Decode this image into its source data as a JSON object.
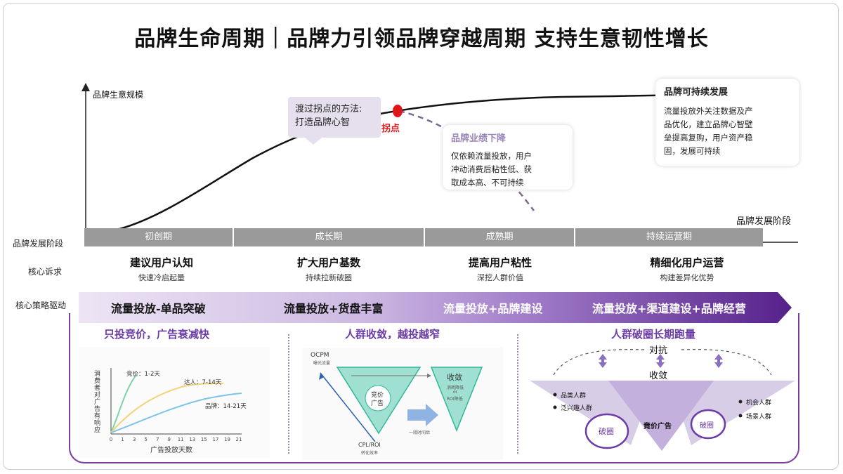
{
  "title": "品牌生命周期｜品牌力引领品牌穿越周期 支持生意韧性增长",
  "axis": {
    "y_label": "品牌生意规模",
    "x_label": "品牌发展阶段"
  },
  "inflection": {
    "label": "拐点",
    "method_line1": "渡过拐点的方法:",
    "method_line2": "打造品牌心智"
  },
  "callout_decline": {
    "title": "品牌业绩下降",
    "line1": "仅依赖流量投放，用户",
    "line2": "冲动消费后粘性低、获",
    "line3": "取成本高、不可持续"
  },
  "callout_sustain": {
    "title": "品牌可持续发展",
    "line1": "流量投放外关注数据及产",
    "line2": "品优化，建立品牌心智壁",
    "line3": "垒提高复购，用户资产稳",
    "line4": "固，发展可持续"
  },
  "row_labels": {
    "stage": "品牌发展阶段",
    "demand": "核心诉求",
    "strategy": "核心策略驱动"
  },
  "stages": [
    "初创期",
    "成长期",
    "成熟期",
    "持续运营期"
  ],
  "demands": [
    {
      "main": "建议用户认知",
      "sub": "快速冷启起量"
    },
    {
      "main": "扩大用户基数",
      "sub": "持续拉新破圈"
    },
    {
      "main": "提高用户粘性",
      "sub": "深挖人群价值"
    },
    {
      "main": "精细化用户运营",
      "sub": "构建差异化优势"
    }
  ],
  "strategies": [
    "流量投放-单品突破",
    "流量投放+货盘丰富",
    "流量投放+品牌建设",
    "流量投放+渠道建设+品牌经营"
  ],
  "panel1": {
    "title": "只投竞价，广告衰减快",
    "y_label": "消费者对广告有响应",
    "x_label": "广告投放天数",
    "ticks": [
      "0",
      "1",
      "3",
      "5",
      "7",
      "9",
      "11",
      "13",
      "15",
      "17",
      "19",
      "21"
    ],
    "series": [
      {
        "name": "竞价：1-2天",
        "color": "#7ed3a6"
      },
      {
        "name": "达人：7-14天",
        "color": "#f3d27a"
      },
      {
        "name": "品牌：14-21天",
        "color": "#7ec3ea"
      }
    ]
  },
  "panel2": {
    "title": "人群收敛，越投越窄",
    "top_label": "OCPM",
    "top_sub": "曝光流量",
    "left_bubble_1": "竞价",
    "left_bubble_2": "广告",
    "arrow_label": "一段时间后",
    "right_title": "收敛",
    "right_sub1": "消耗降低",
    "right_sub2": "or",
    "right_sub3": "ROI降低",
    "bottom_label": "CPL/ROI",
    "bottom_sub": "转化效率"
  },
  "panel3": {
    "title": "人群破圈长期跑量",
    "top1": "对抗",
    "top2": "收敛",
    "left_items": [
      "品类人群",
      "泛兴趣人群"
    ],
    "right_items": [
      "机会人群",
      "场景人群"
    ],
    "center": "竟价广告",
    "circle": "破圈"
  },
  "colors": {
    "accent": "#7a3d9c",
    "strategy_start": "#e9e0f2",
    "strategy_end": "#5b2a8c",
    "inflection": "#e0161b"
  }
}
